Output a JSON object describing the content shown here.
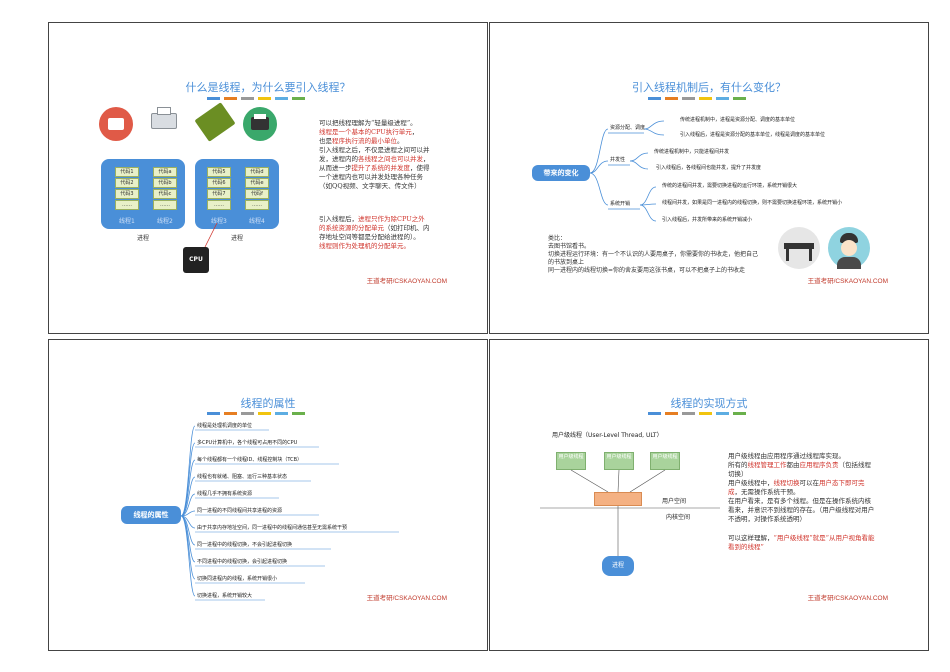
{
  "slide1": {
    "title": "什么是线程，为什么要引入线程？",
    "cells_p1": [
      "代码1",
      "代码2",
      "代码3",
      "……",
      "代码a",
      "代码b",
      "代码c",
      "……"
    ],
    "cells_p2": [
      "代码5",
      "代码6",
      "代码7",
      "……",
      "代码d",
      "代码e",
      "代码f",
      "……"
    ],
    "thread_labels": [
      "线程1",
      "线程2",
      "线程3",
      "线程4"
    ],
    "process_label": "进程",
    "cpu_label": "CPU",
    "p1a": "可以把线程理解为“轻量级进程”。",
    "p1b_pre": "线程是一个",
    "p1b_red": "基本的CPU执行单元",
    "p1b_post": "，",
    "p1c_pre": "也是",
    "p1c_red": "程序执行流的最小单位",
    "p1c_post": "。",
    "p1d": "引入线程之后，不仅是进程之间可以并发，进程内的",
    "p1d_red": "各线程之间也可以并发",
    "p1e": "，从而进一步",
    "p1e_red": "提升了系统的并发度",
    "p1f": "，使得一个进程内也可以并发处理各种任务（如QQ视频、文字聊天、传文件）",
    "p2a": "引入线程后，",
    "p2a_red": "进程只作为除CPU之外的系统资源的分配单元",
    "p2b": "（如打印机、内存地址空间等都是分配给进程的）。",
    "p2c_red": "线程则作为处理机的分配单元。",
    "footer": "王道考研/CSKAOYAN.COM"
  },
  "slide2": {
    "title": "引入线程机制后，有什么变化？",
    "hub": "带来的变化",
    "branches": [
      "资源分配、调度",
      "并发性",
      "系统开销"
    ],
    "leaves": [
      "传统进程机制中，进程是资源分配、调度的基本单位",
      "引入线程后，进程是资源分配的基本单位，线程是调度的基本单位",
      "传统进程机制中，只能进程间并发",
      "引入线程后，各线程间也能并发，提升了并发度",
      "传统的进程间并发，需要切换进程的运行环境，系统开销很大",
      "线程间并发，如果是同一进程内的线程切换，则不需要切换进程环境，系统开销小",
      "引入线程后，并发所带来的系统开销减小"
    ],
    "note": [
      "类比：",
      "去图书馆看书。",
      "切换进程运行环境：有一个不认识的人要用桌子，你需要你的书收走，他把自己的书放到桌上",
      "同一进程内的线程切换=你的舍友要用这张书桌，可以不把桌子上的书收走"
    ],
    "footer": "王道考研/CSKAOYAN.COM"
  },
  "slide3": {
    "title": "线程的属性",
    "hub": "线程的属性",
    "items": [
      "线程是处理机调度的单位",
      "多CPU计算机中，各个线程可占用不同的CPU",
      "每个线程都有一个线程ID、线程控制块（TCB）",
      "线程也有就绪、阻塞、运行三种基本状态",
      "线程几乎不拥有系统资源",
      "同一进程的不同线程间共享进程的资源",
      "由于共享内存地址空间，同一进程中的线程间通信甚至无需系统干预",
      "同一进程中的线程切换，不会引起进程切换",
      "不同进程中的线程切换，会引起进程切换",
      "切换同进程内的线程，系统开销很小",
      "切换进程，系统开销较大"
    ],
    "footer": "王道考研/CSKAOYAN.COM"
  },
  "slide4": {
    "title": "线程的实现方式",
    "subtitle": "用户级线程（User-Level Thread, ULT）",
    "ult_labels": [
      "用户级线程",
      "用户级线程",
      "用户级线程"
    ],
    "user_space": "用户空间",
    "kernel_space": "内核空间",
    "process": "进程",
    "t1": "用户级线程由应用程序通过线程库实现。",
    "t2a": "所有的",
    "t2a_red": "线程管理工作",
    "t2b": "都由",
    "t2b_red": "应用程序负责",
    "t2c": "（包括线程切换）",
    "t3a": "用户级线程中，",
    "t3a_red": "线程切换",
    "t3b": "可以在",
    "t3b_red": "用户态下即可完成",
    "t3c": "，无需操作系统干预。",
    "t4": "在用户看来，是有多个线程。但是在操作系统内核看来，并意识不到线程的存在。（用户级线程对用户不透明，对操作系统透明）",
    "t5a": "可以这样理解，",
    "t5a_red": "“用户级线程”就是“从用户视角看能看到的线程”",
    "footer": "王道考研/CSKAOYAN.COM"
  }
}
